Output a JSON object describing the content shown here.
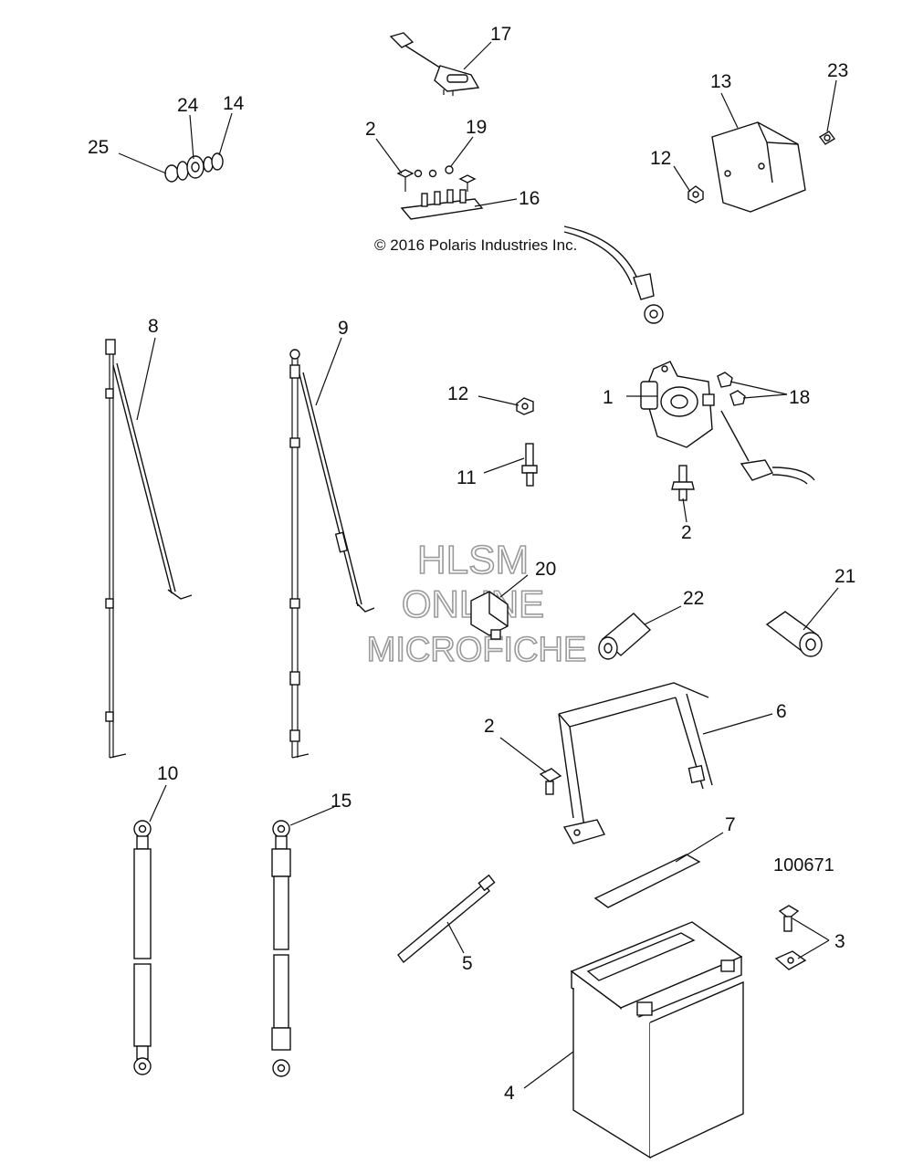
{
  "copyright": "© 2016 Polaris Industries Inc.",
  "document_number": "100671",
  "watermark": {
    "line1": "HLSM",
    "line2": "ONLINE",
    "line3": "MICROFICHE"
  },
  "callouts": [
    "1",
    "2",
    "2",
    "2",
    "2",
    "3",
    "4",
    "5",
    "6",
    "7",
    "8",
    "9",
    "10",
    "11",
    "12",
    "12",
    "13",
    "14",
    "15",
    "16",
    "17",
    "18",
    "19",
    "20",
    "21",
    "22",
    "23",
    "24",
    "25"
  ]
}
